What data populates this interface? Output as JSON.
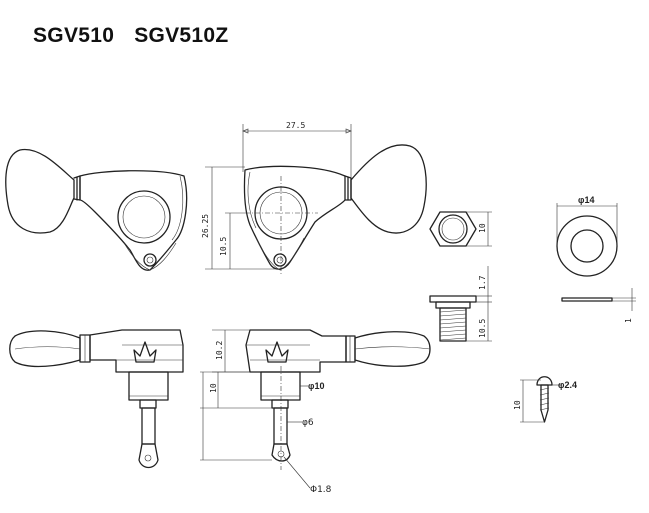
{
  "header": {
    "model_1": "SGV510",
    "model_2": "SGV510Z"
  },
  "dimensions": {
    "width_top": "27.5",
    "height_total": "26.25",
    "height_hole": "10.5",
    "nut_height": "10",
    "bush_top": "1.7",
    "bush_height": "10.5",
    "washer_dia": "φ14",
    "washer_thick": "1",
    "screw_dia": "φ2.4",
    "screw_len": "10",
    "post_collar": "10.2",
    "post_len": "10",
    "post_dia_10": "φ10",
    "post_dia_6": "φ6",
    "hole_dia": "Φ1.8"
  }
}
